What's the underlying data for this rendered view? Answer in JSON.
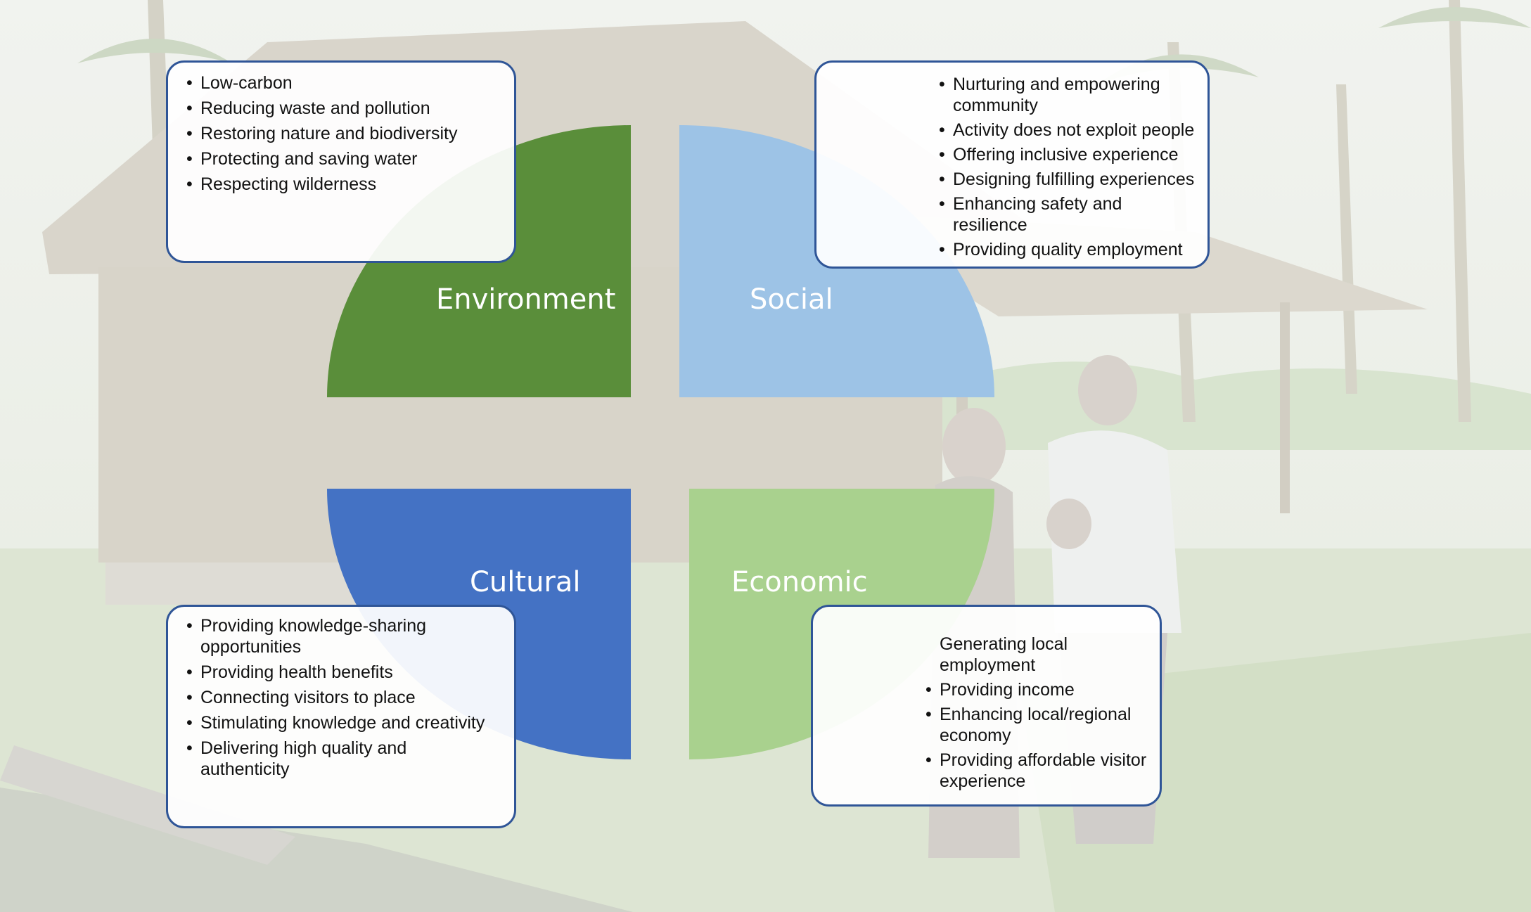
{
  "colors": {
    "environment": "#5a8e3a",
    "social": "#9dc3e6",
    "cultural": "#4472c4",
    "economic": "#a9d18e",
    "box_border": "#2f5597"
  },
  "photo": "faded background photo of a thatched bamboo hut with a family standing outside under palm trees",
  "quadrants": {
    "environment": {
      "label": "Environment",
      "items": [
        "Low-carbon",
        "Reducing waste and pollution",
        "Restoring nature and biodiversity",
        "Protecting and saving water",
        "Respecting wilderness"
      ]
    },
    "social": {
      "label": "Social",
      "items": [
        "Nurturing and empowering community",
        "Activity does not exploit people",
        "Offering inclusive experience",
        "Designing fulfilling experiences",
        "Enhancing safety and resilience",
        "Providing quality employment"
      ]
    },
    "cultural": {
      "label": "Cultural",
      "items": [
        "Providing knowledge-sharing opportunities",
        "Providing health benefits",
        "Connecting visitors to place",
        "Stimulating knowledge and creativity",
        "Delivering high quality and authenticity"
      ]
    },
    "economic": {
      "label": "Economic",
      "items": [
        "Generating local employment",
        "Providing income",
        "Enhancing local/regional economy",
        "Providing affordable visitor experience"
      ]
    }
  }
}
